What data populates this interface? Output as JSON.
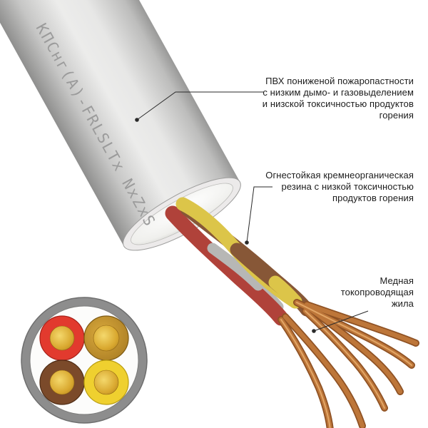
{
  "cable": {
    "marking": "КПСнг(А)-FRLSLTx NxZxS"
  },
  "annotations": {
    "sheath": {
      "lines": [
        "ПВХ пониженой пожаропастности",
        "с низким дымо- и газовыделением",
        "и низской токсичностью продуктов",
        "горения"
      ]
    },
    "insulation": {
      "lines": [
        "Огнестойкая кремнеорганическая",
        "резина с низкой токсичностью",
        "продуктов горения"
      ]
    },
    "conductor": {
      "lines": [
        "Медная",
        "токопроводящая",
        "жила"
      ]
    }
  },
  "colors": {
    "background": "#ffffff",
    "sheath_gray": "#e7e7e6",
    "sheath_edge": "#8f8f8e",
    "marking_text": "#9b9b9b",
    "wire_red": "#b0423a",
    "wire_yellow": "#dcc549",
    "wire_brown": "#875737",
    "wire_gray": "#b7b7b5",
    "copper": "#bd7639",
    "copper_dark": "#8f5224",
    "cross_section_ring": "#8d8d8d",
    "conductor_red": "#e23a2e",
    "conductor_gold": "#c28c2a",
    "conductor_brown": "#7b4a2a",
    "conductor_yellow": "#efd02f",
    "core_gold": "#d9a82f",
    "leader_line": "#2a2a2a",
    "annotation_text": "#1c1c1c"
  }
}
